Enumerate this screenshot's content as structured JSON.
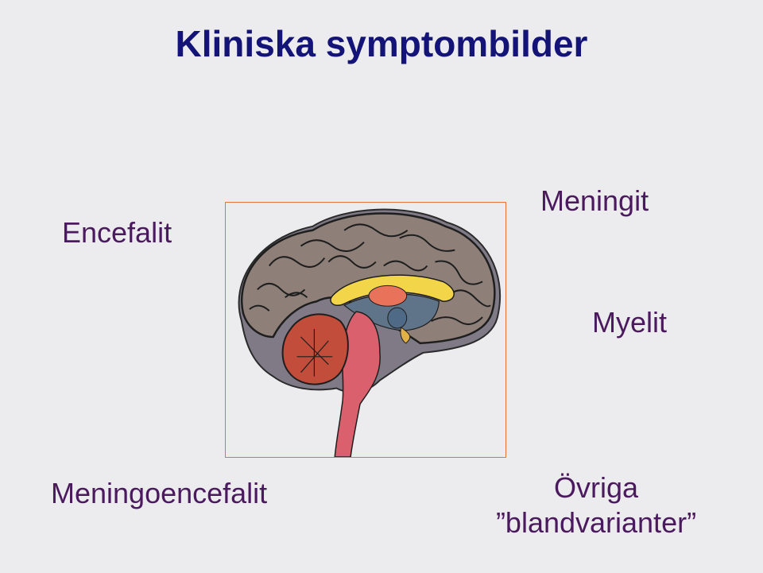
{
  "slide": {
    "title": "Kliniska symptombilder",
    "labels": {
      "encefalit": "Encefalit",
      "meningit": "Meningit",
      "myelit": "Myelit",
      "meningoencefalit": "Meningoencefalit",
      "ovriga_line1": "Övriga",
      "ovriga_line2": "”blandvarianter”"
    },
    "illustration": "brain-sagittal-illustration"
  },
  "colors": {
    "background": "#ececee",
    "title": "#141478",
    "label": "#4b1a5e",
    "frame_border": "#e8703a",
    "cortex": "#8e8079",
    "cerebellum": "#c24d3b",
    "brainstem": "#d9606c",
    "corpus_callosum": "#f3d54a",
    "thalamus": "#e8735a",
    "ventricle": "#4e6a86"
  }
}
